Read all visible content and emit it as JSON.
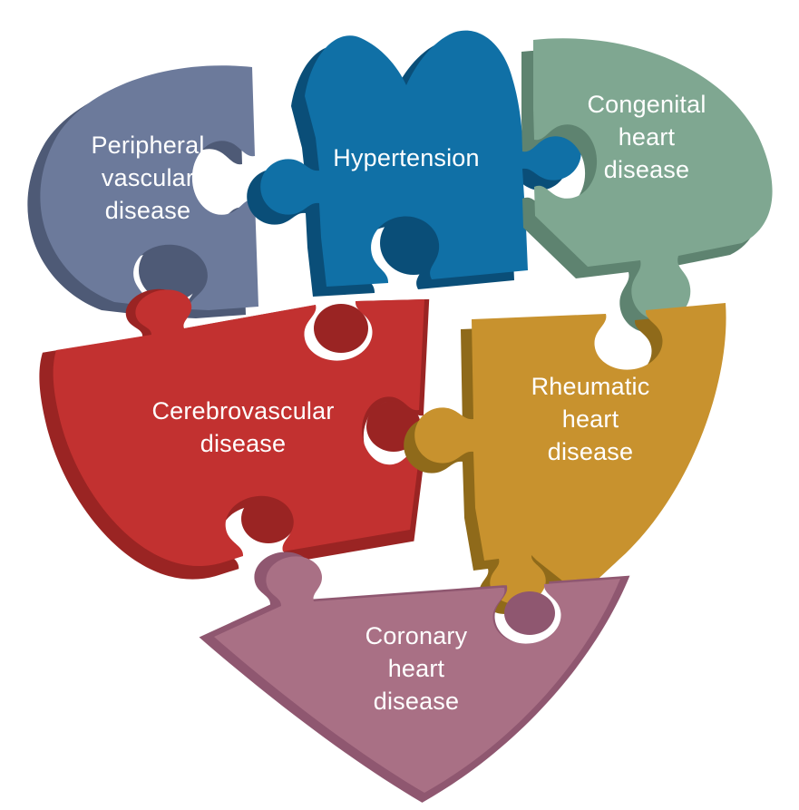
{
  "diagram": {
    "type": "heart-shaped jigsaw puzzle",
    "background_color": "#FFFFFF",
    "text_color": "#FFFFFF",
    "pieces": [
      {
        "id": "peripheral-vascular-disease",
        "label": "Peripheral\nvascular\ndisease",
        "color": "#6C7A9B",
        "shadow": "#4E5A76"
      },
      {
        "id": "hypertension",
        "label": "Hypertension",
        "color": "#1070A6",
        "shadow": "#0A4E78"
      },
      {
        "id": "congenital-heart-disease",
        "label": "Congenital\nheart\ndisease",
        "color": "#7FA791",
        "shadow": "#5E8370"
      },
      {
        "id": "cerebrovascular-disease",
        "label": "Cerebrovascular\ndisease",
        "color": "#C23130",
        "shadow": "#9A2423"
      },
      {
        "id": "rheumatic-heart-disease",
        "label": "Rheumatic\nheart\ndisease",
        "color": "#C8922E",
        "shadow": "#8F6A1A"
      },
      {
        "id": "coronary-heart-disease",
        "label": "Coronary\nheart\ndisease",
        "color": "#A97085",
        "shadow": "#8F5770"
      }
    ]
  }
}
